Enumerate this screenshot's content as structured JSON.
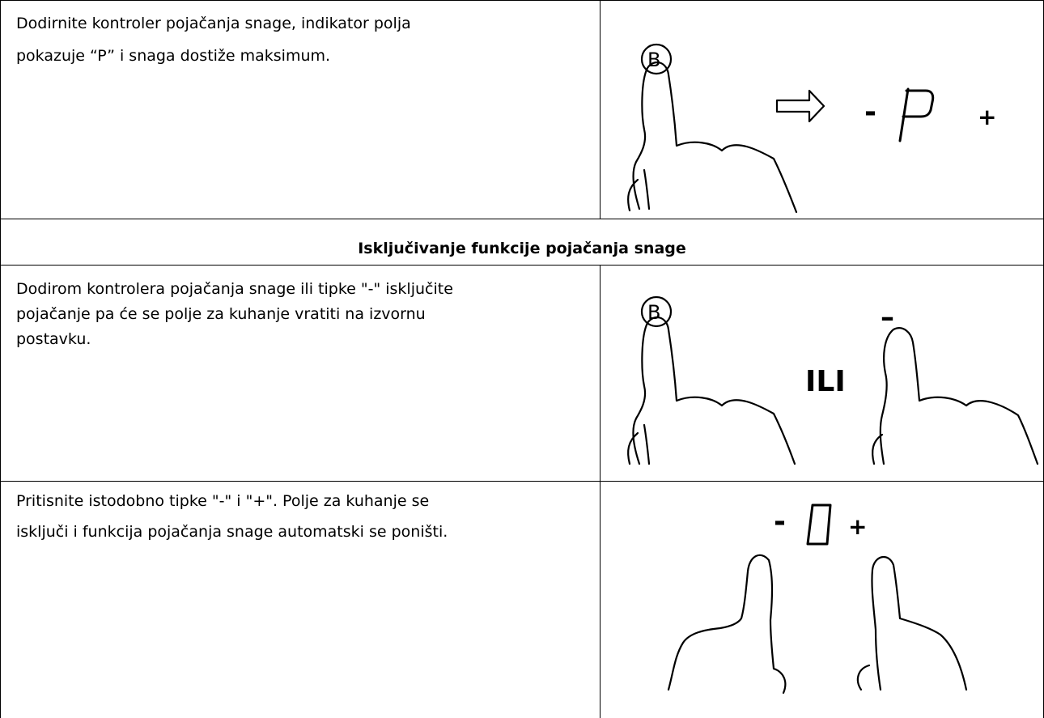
{
  "rows": [
    {
      "text_lines": [
        "Dodirnite kontroler pojačanja snage, indikator polja",
        "pokazuje “P” i snaga dostiže maksimum."
      ],
      "figure": {
        "button_label": "B",
        "display_char": "P",
        "minus": "-",
        "plus": "+"
      }
    },
    {
      "heading": "Isključivanje funkcije pojačanja snage"
    },
    {
      "text_lines": [
        "Dodirom kontrolera pojačanja snage ili tipke \"-\" isključite",
        "pojačanje pa će se polje za kuhanje vratiti na izvornu",
        "postavku."
      ],
      "figure": {
        "button_label": "B",
        "or_label": "ILI",
        "minus": "–"
      }
    },
    {
      "text_lines": [
        "Pritisnite istodobno tipke \"-\" i \"+\". Polje za kuhanje se",
        "isključi i funkcija pojačanja snage automatski se poništi."
      ],
      "figure": {
        "display_char": "0",
        "minus": "-",
        "plus": "+"
      }
    }
  ]
}
